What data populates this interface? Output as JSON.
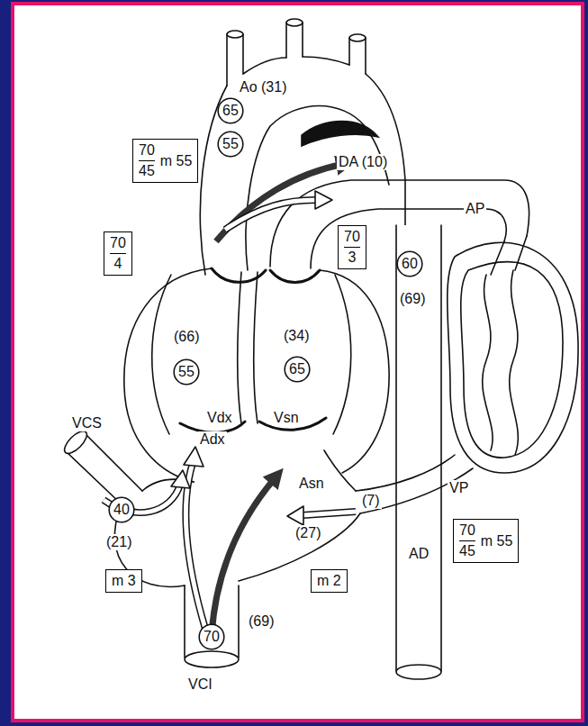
{
  "diagram": {
    "nodes": [
      {
        "text": [
          "65"
        ]
      },
      {
        "text": [
          "55"
        ]
      },
      {
        "text": [
          "70",
          "45",
          "m 55"
        ]
      },
      {
        "text": [
          "70",
          "3"
        ]
      },
      {
        "text": [
          "70",
          "4"
        ]
      },
      {
        "text": [
          "60"
        ]
      },
      {
        "text": [
          "65"
        ]
      },
      {
        "text": [
          "55"
        ]
      },
      {
        "text": [
          "40"
        ]
      },
      {
        "text": [
          "70",
          "45",
          "m 55"
        ]
      },
      {
        "text": [
          "m 3"
        ]
      },
      {
        "text": [
          "m 2"
        ]
      },
      {
        "text": [
          "70"
        ]
      }
    ],
    "labels": [
      "Ao (31)",
      "DA (10)",
      "AP",
      "(69)",
      "(66)",
      "(34)",
      "Vdx",
      "Vsn",
      "Adx",
      "VCS",
      "Asn",
      "(7)",
      "VP",
      "(21)",
      "(27)",
      "AD",
      "(69)",
      "VCI"
    ]
  }
}
